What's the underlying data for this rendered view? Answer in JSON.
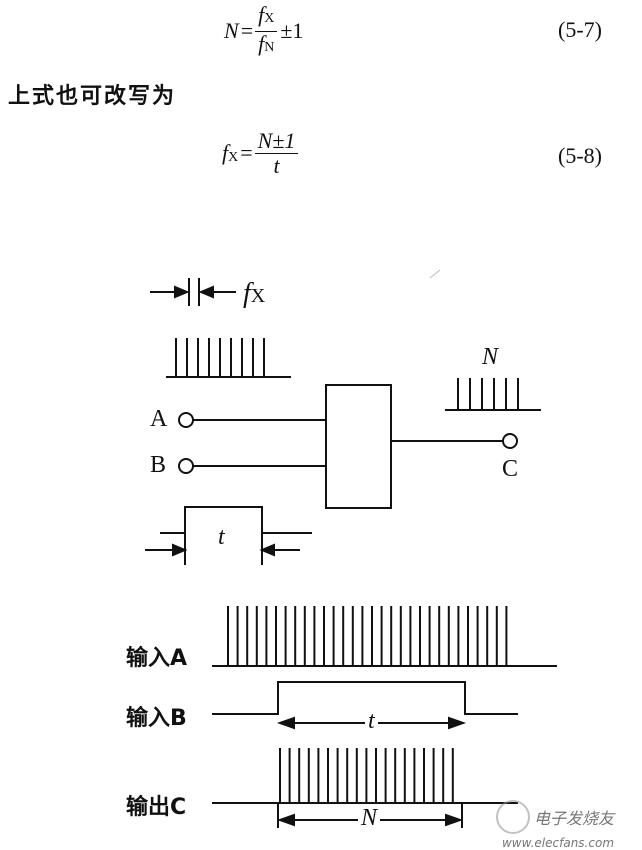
{
  "equations": [
    {
      "lhs": "N",
      "equals": "=",
      "num_var": "f",
      "num_sub": "X",
      "den_var": "f",
      "den_sub": "N",
      "tail": "±1",
      "label": "(5-7)"
    },
    {
      "lhs_var": "f",
      "lhs_sub": "X",
      "equals": "=",
      "numerator": "N±1",
      "denominator": "t",
      "label": "(5-8)"
    }
  ],
  "text_line": "上式也可改写为",
  "diagram": {
    "fx_var": "f",
    "fx_sub": "X",
    "n_label": "N",
    "port_a": "A",
    "port_b": "B",
    "port_c": "C",
    "t_label": "t"
  },
  "timing": {
    "row_a": "输入A",
    "row_b": "输入B",
    "row_c": "输出C",
    "t_label": "t",
    "n_label": "N"
  },
  "watermark": "电子发烧友",
  "watermark_url": "www.elecfans.com"
}
